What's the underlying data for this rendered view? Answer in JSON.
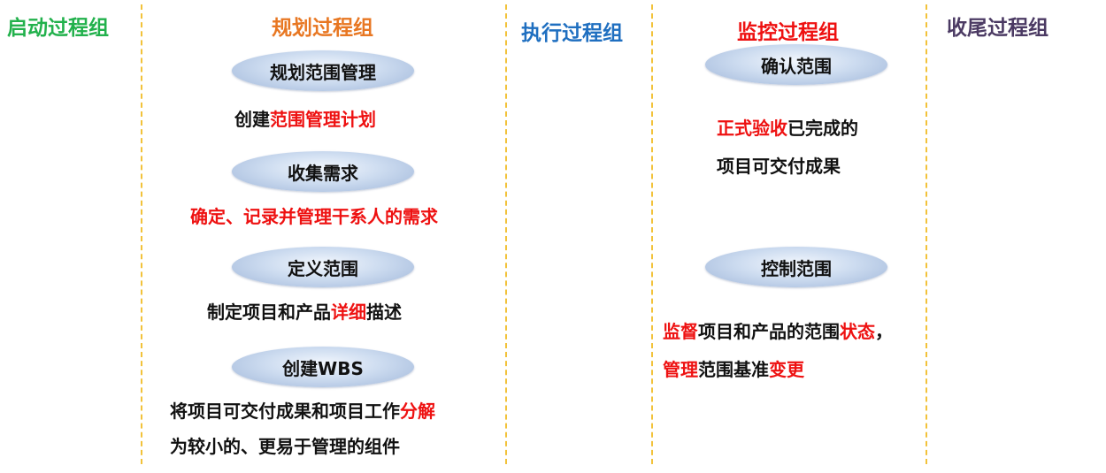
{
  "colors": {
    "initiating": "#22b14c",
    "planning": "#e87722",
    "executing": "#1f6fc0",
    "monitoring": "#ee1111",
    "closing": "#4b3a63",
    "divider": "#f2c23a",
    "highlight": "#ee1111"
  },
  "headers": {
    "initiating": "启动过程组",
    "planning": "规划过程组",
    "executing": "执行过程组",
    "monitoring": "监控过程组",
    "closing": "收尾过程组"
  },
  "planning": {
    "items": [
      {
        "process": "规划范围管理",
        "desc": [
          {
            "t": "创建"
          },
          {
            "t": "范围管理计划",
            "red": true
          }
        ]
      },
      {
        "process": "收集需求",
        "desc": [
          {
            "t": "确定、记录并管理干系人的需求",
            "red": true
          }
        ]
      },
      {
        "process": "定义范围",
        "desc": [
          {
            "t": "制定项目和产品"
          },
          {
            "t": "详细",
            "red": true
          },
          {
            "t": "描述"
          }
        ]
      },
      {
        "process": "创建WBS",
        "desc": [
          {
            "t": "将项目可交付成果和项目工作"
          },
          {
            "t": "分解",
            "red": true
          }
        ],
        "desc2": [
          {
            "t": "为较小的、更易于管理的组件"
          }
        ]
      }
    ]
  },
  "monitoring": {
    "items": [
      {
        "process": "确认范围",
        "desc": [
          {
            "t": "正式验收",
            "red": true
          },
          {
            "t": "已完成的"
          }
        ],
        "desc2": [
          {
            "t": "项目可交付成果"
          }
        ]
      },
      {
        "process": "控制范围",
        "desc": [
          {
            "t": "监督",
            "red": true
          },
          {
            "t": "项目和产品的范围"
          },
          {
            "t": "状态",
            "red": true
          },
          {
            "t": "，"
          }
        ],
        "desc2": [
          {
            "t": "管理",
            "red": true
          },
          {
            "t": "范围基准"
          },
          {
            "t": "变更",
            "red": true
          }
        ]
      }
    ]
  }
}
